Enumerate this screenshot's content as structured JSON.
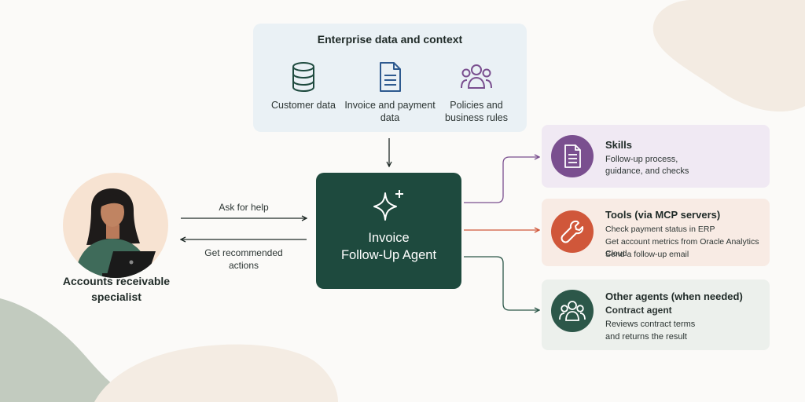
{
  "colors": {
    "agent": "#1e4a3e",
    "skills": "#7a4f8f",
    "tools": "#d0573a",
    "other_agents": "#2c5749",
    "enterprise_panel": "#eaf1f5"
  },
  "enterprise": {
    "title": "Enterprise data and context",
    "items": [
      {
        "icon": "database-icon",
        "label": "Customer data"
      },
      {
        "icon": "document-icon",
        "label": "Invoice and payment data"
      },
      {
        "icon": "people-icon",
        "label": "Policies and business rules"
      }
    ]
  },
  "agent": {
    "icon": "sparkle-icon",
    "title_line1": "Invoice",
    "title_line2": "Follow-Up Agent"
  },
  "person": {
    "label_line1": "Accounts receivable",
    "label_line2": "specialist"
  },
  "flows": {
    "ask": "Ask for help",
    "recommend_line1": "Get recommended",
    "recommend_line2": "actions"
  },
  "skills": {
    "icon": "document-icon",
    "title": "Skills",
    "lines": [
      "Follow-up process,",
      "guidance, and checks"
    ]
  },
  "tools": {
    "icon": "wrench-icon",
    "title": "Tools (via MCP servers)",
    "lines": [
      "Check payment status in ERP",
      "Get account metrics from Oracle Analytics Cloud",
      "Send a follow-up email"
    ]
  },
  "other_agents": {
    "icon": "people-icon",
    "title": "Other agents (when needed)",
    "subtitle": "Contract agent",
    "lines": [
      "Reviews contract terms",
      "and returns the result"
    ]
  }
}
